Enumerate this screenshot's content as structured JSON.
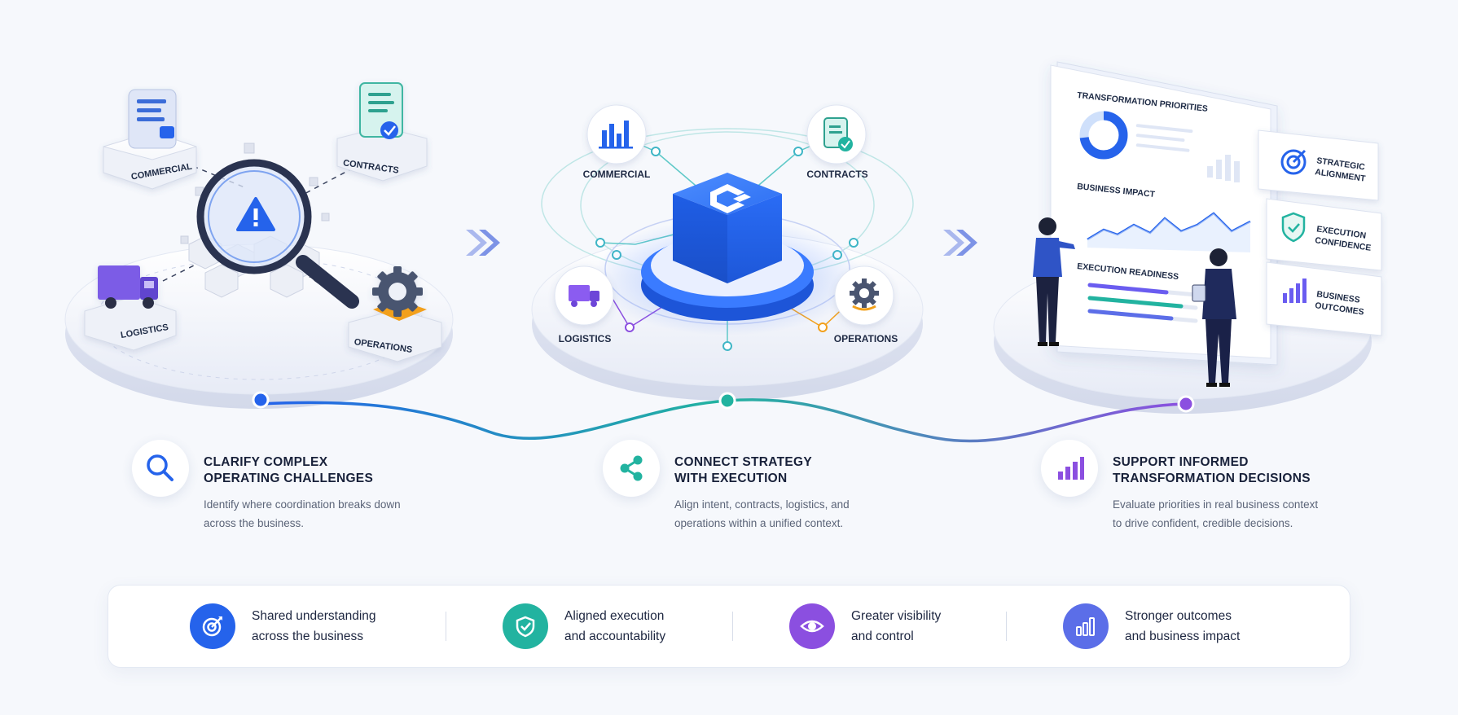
{
  "stage1": {
    "labels": {
      "commercial": "COMMERCIAL",
      "contracts": "CONTRACTS",
      "logistics": "LOGISTICS",
      "operations": "OPERATIONS"
    },
    "title": "CLARIFY COMPLEX\nOPERATING CHALLENGES",
    "description": "Identify where coordination breaks down\nacross the business."
  },
  "stage2": {
    "labels": {
      "commercial": "COMMERCIAL",
      "contracts": "CONTRACTS",
      "logistics": "LOGISTICS",
      "operations": "OPERATIONS"
    },
    "title": "CONNECT STRATEGY\nWITH EXECUTION",
    "description": "Align intent, contracts, logistics, and\noperations within a unified context."
  },
  "stage3": {
    "dashboard": {
      "priorities": "TRANSFORMATION PRIORITIES",
      "impact": "BUSINESS IMPACT",
      "readiness": "EXECUTION READINESS"
    },
    "cards": [
      {
        "line1": "STRATEGIC",
        "line2": "ALIGNMENT",
        "icon": "target-icon"
      },
      {
        "line1": "EXECUTION",
        "line2": "CONFIDENCE",
        "icon": "shield-check-icon"
      },
      {
        "line1": "BUSINESS",
        "line2": "OUTCOMES",
        "icon": "bar-chart-icon"
      }
    ],
    "title": "SUPPORT INFORMED\nTRANSFORMATION DECISIONS",
    "description": "Evaluate priorities in real business context\nto drive confident, credible decisions."
  },
  "benefits": [
    {
      "label": "Shared understanding\nacross the business",
      "icon": "target-icon",
      "color": "#2563eb"
    },
    {
      "label": "Aligned execution\nand accountability",
      "icon": "shield-check-icon",
      "color": "#22b3a0"
    },
    {
      "label": "Greater visibility\nand control",
      "icon": "eye-icon",
      "color": "#8b4fe0"
    },
    {
      "label": "Stronger outcomes\nand business impact",
      "icon": "bar-chart-icon",
      "color": "#5b6ee8"
    }
  ],
  "colors": {
    "blue": "#2563eb",
    "teal": "#22b3a0",
    "purple": "#8b4fe0",
    "orange": "#f2a01b"
  }
}
